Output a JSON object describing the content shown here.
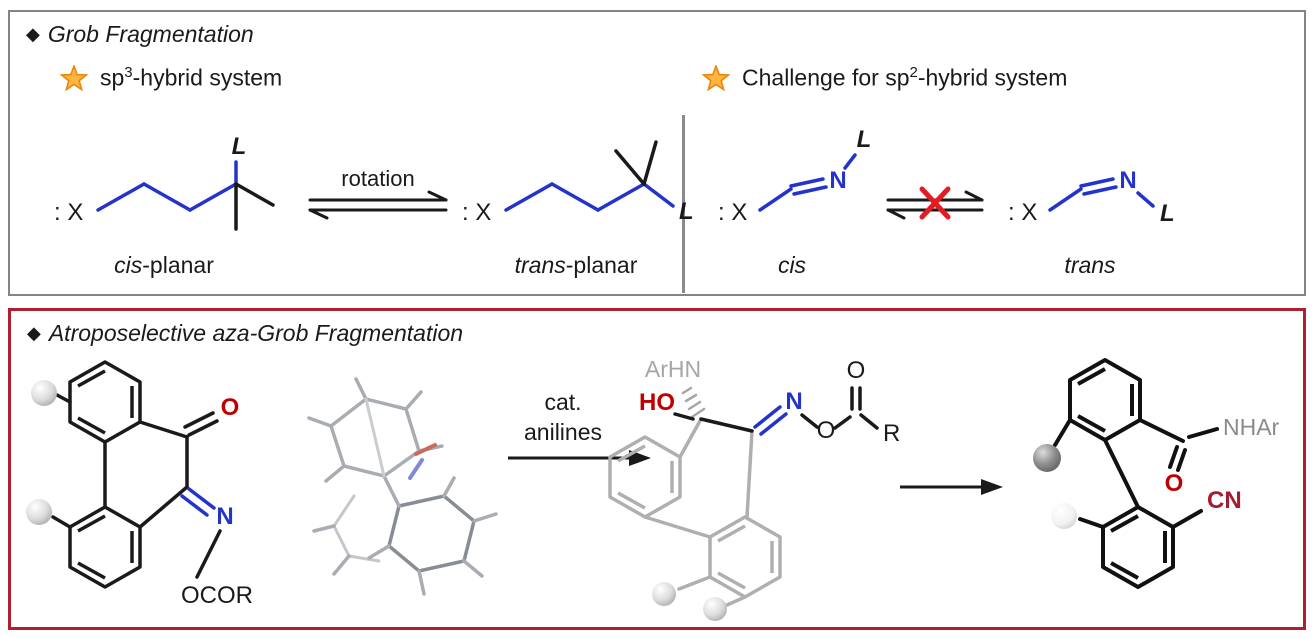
{
  "colors": {
    "bond-blue": "#2433C9",
    "accent-red": "#C00000",
    "cn-maroon": "#A51C30",
    "panel-border-gray": "#848484",
    "panel-border-red": "#B01F2F",
    "divider-gray": "#8A8A8A",
    "star-gold": "#FFB53E",
    "star-outline": "#E8860D",
    "gray-skeleton": "#AFAFAF",
    "gray-text": "#A6A6A6",
    "wireframe-gray": "#A9ADB3"
  },
  "top_panel": {
    "bullet": "◆",
    "title": "Grob Fragmentation",
    "left": {
      "heading": {
        "pre": "sp",
        "sup": "3",
        "post": "-hybrid system"
      },
      "rotation_label": "rotation",
      "cis": {
        "x": ": X",
        "l": "L"
      },
      "trans": {
        "x": ": X",
        "l": "L"
      },
      "cis_caption": {
        "italic": "cis",
        "rest": "-planar"
      },
      "trans_caption": {
        "italic": "trans",
        "rest": "-planar"
      }
    },
    "right": {
      "heading": {
        "pre": "Challenge for sp",
        "sup": "2",
        "post": "-hybrid system"
      },
      "cis": {
        "x": ": X",
        "n": "N",
        "l": "L"
      },
      "trans": {
        "x": ": X",
        "n": "N",
        "l": "L"
      },
      "cis_caption": "cis",
      "trans_caption": "trans"
    }
  },
  "bottom_panel": {
    "bullet": "◆",
    "title": "Atroposelective aza-Grob Fragmentation",
    "reaction_arrow": {
      "line1": "cat.",
      "line2": "anilines"
    },
    "substrate": {
      "o": "O",
      "n": "N",
      "ocor": "OCOR"
    },
    "intermediate": {
      "arhn": "ArHN",
      "ho": "HO",
      "n": "N",
      "o_ester": "O",
      "o_carbonyl": "O",
      "r": "R"
    },
    "product": {
      "nhar": "NHAr",
      "o": "O",
      "cn": "CN"
    }
  }
}
